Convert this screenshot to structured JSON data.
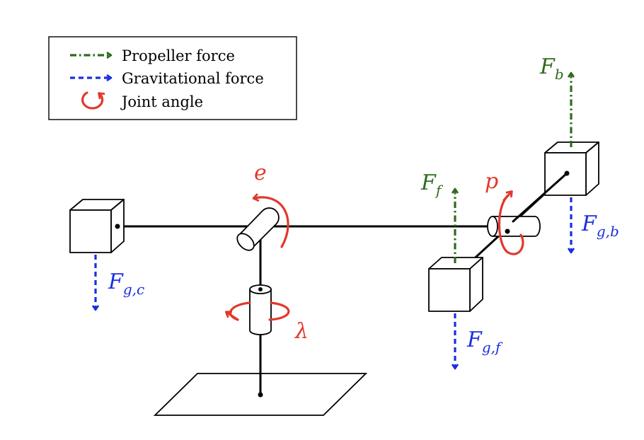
{
  "colors": {
    "propeller": "#2e6b1c",
    "gravitational": "#1a2ee0",
    "joint": "#e2382c",
    "ink": "#000000"
  },
  "legend": {
    "items": [
      {
        "label": "Propeller force",
        "icon": "dash-dot-arrow-icon"
      },
      {
        "label": "Gravitational force",
        "icon": "dashed-arrow-icon"
      },
      {
        "label": "Joint angle",
        "icon": "circular-arrow-icon"
      }
    ]
  },
  "labels": {
    "elevation": "e",
    "travel": "λ",
    "pitch": "p",
    "front_force": {
      "base": "F",
      "sub": "f"
    },
    "back_force": {
      "base": "F",
      "sub": "b"
    },
    "grav_counterweight": {
      "base": "F",
      "sub": "g,c"
    },
    "grav_front": {
      "base": "F",
      "sub": "g,f"
    },
    "grav_back": {
      "base": "F",
      "sub": "g,b"
    }
  }
}
